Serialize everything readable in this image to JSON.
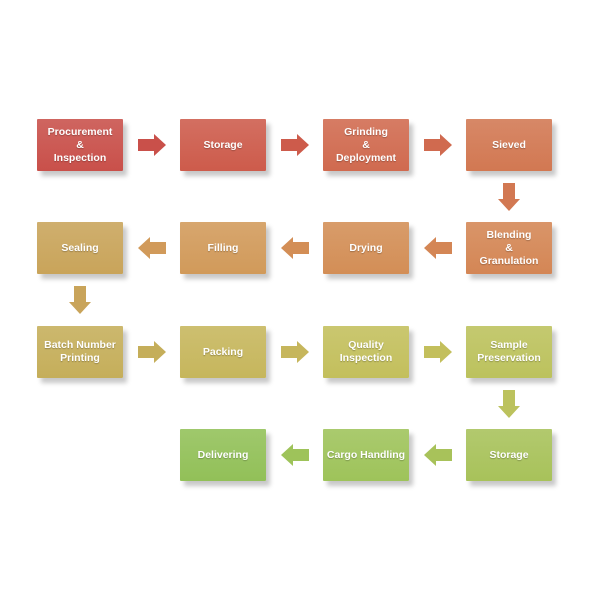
{
  "steps": [
    {
      "label": "Procurement\n&\nInspection",
      "color": "#c9504a"
    },
    {
      "label": "Storage",
      "color": "#cd5b4b"
    },
    {
      "label": "Grinding\n&\nDeployment",
      "color": "#d06a4f"
    },
    {
      "label": "Sieved",
      "color": "#d27852"
    },
    {
      "label": "Blending\n&\nGranulation",
      "color": "#d48655"
    },
    {
      "label": "Drying",
      "color": "#d38e56"
    },
    {
      "label": "Filling",
      "color": "#d19a5a"
    },
    {
      "label": "Sealing",
      "color": "#c9a45a"
    },
    {
      "label": "Batch Number\nPrinting",
      "color": "#c5ae5a"
    },
    {
      "label": "Packing",
      "color": "#c6b65c"
    },
    {
      "label": "Quality\nInspection",
      "color": "#c3bf5c"
    },
    {
      "label": "Sample\nPreservation",
      "color": "#bcc25d"
    },
    {
      "label": "Storage",
      "color": "#a8c25a"
    },
    {
      "label": "Cargo Handling",
      "color": "#9ec35a"
    },
    {
      "label": "Delivering",
      "color": "#92c058"
    }
  ],
  "arrows": [
    {
      "direction": "right",
      "color": "#c9504a"
    },
    {
      "direction": "right",
      "color": "#cd5b4b"
    },
    {
      "direction": "right",
      "color": "#d06a4f"
    },
    {
      "direction": "down",
      "color": "#d27852"
    },
    {
      "direction": "left",
      "color": "#d48655"
    },
    {
      "direction": "left",
      "color": "#d38e56"
    },
    {
      "direction": "left",
      "color": "#d19a5a"
    },
    {
      "direction": "down",
      "color": "#c9a45a"
    },
    {
      "direction": "right",
      "color": "#c5ae5a"
    },
    {
      "direction": "right",
      "color": "#c6b65c"
    },
    {
      "direction": "right",
      "color": "#c3bf5c"
    },
    {
      "direction": "down",
      "color": "#bcc25d"
    },
    {
      "direction": "left",
      "color": "#a8c25a"
    },
    {
      "direction": "left",
      "color": "#9ec35a"
    }
  ]
}
